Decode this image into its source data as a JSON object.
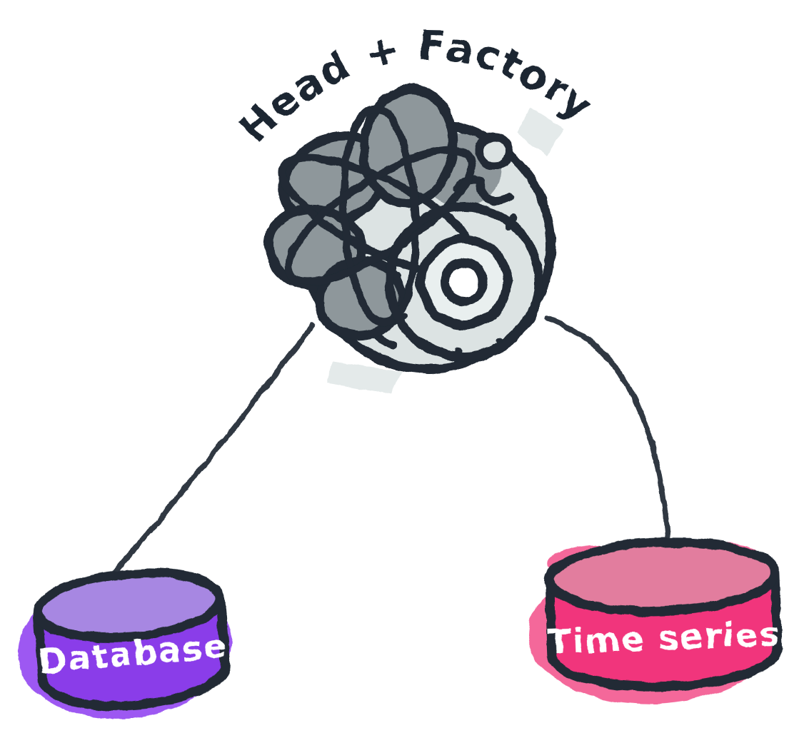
{
  "title": "Head + Factory",
  "nodes": {
    "head_factory": {
      "label": "Head + Factory",
      "icon": "brain-and-gear-icon"
    },
    "database": {
      "label": "Database",
      "shape": "cylinder",
      "body_color": "#8a3ce9",
      "top_color": "#a787e2",
      "halo_color": "#9d58f2",
      "label_color": "#ffffff"
    },
    "time_series": {
      "label": "Time series",
      "shape": "cylinder",
      "body_color": "#f1347b",
      "top_color": "#e27d9e",
      "halo_color": "#f4679a",
      "label_color": "#ffffff"
    }
  },
  "edges": [
    {
      "from": "head_factory",
      "to": "database"
    },
    {
      "from": "head_factory",
      "to": "time_series"
    }
  ],
  "colors": {
    "ink": "#202a34",
    "brain_gray": "#8e979b",
    "gear_gray": "#dce3e3",
    "gear_mid_gray": "#e9efef",
    "shadow_gray": "#e4eaea",
    "background": "#ffffff"
  }
}
